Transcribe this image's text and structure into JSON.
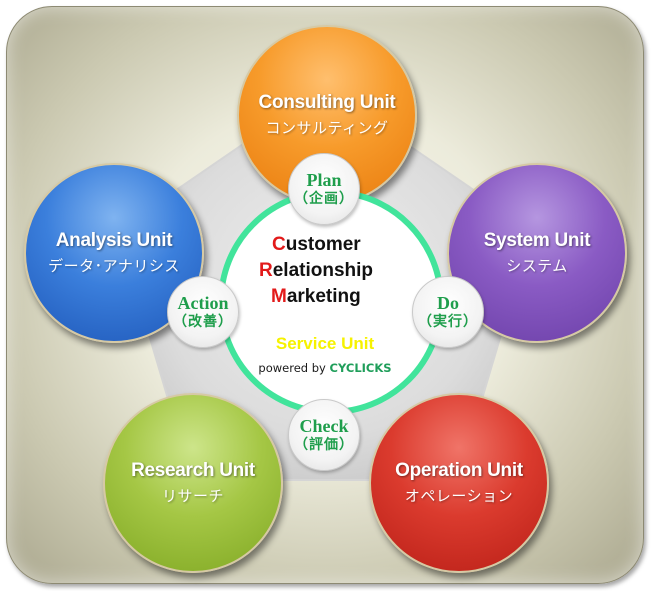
{
  "units": {
    "consulting": {
      "name": "Consulting Unit",
      "sub": "コンサルティング",
      "color": "#f79b2b"
    },
    "analysis": {
      "name": "Analysis Unit",
      "sub": "データ･アナリシス",
      "color": "#3b7fdc"
    },
    "system": {
      "name": "System Unit",
      "sub": "システム",
      "color": "#8a5bc4"
    },
    "research": {
      "name": "Research Unit",
      "sub": "リサーチ",
      "color": "#a5c745"
    },
    "operation": {
      "name": "Operation Unit",
      "sub": "オペレーション",
      "color": "#db3b2e"
    }
  },
  "phases": {
    "plan": {
      "en": "Plan",
      "jp": "（企画）"
    },
    "do": {
      "en": "Do",
      "jp": "（実行）"
    },
    "check": {
      "en": "Check",
      "jp": "（評価）"
    },
    "action": {
      "en": "Action",
      "jp": "（改善）"
    }
  },
  "center": {
    "crm": [
      {
        "initial": "C",
        "rest": "ustomer"
      },
      {
        "initial": "R",
        "rest": "elationship"
      },
      {
        "initial": "M",
        "rest": "arketing"
      }
    ],
    "service_unit": "Service Unit",
    "powered_by": "powered by",
    "brand": "CYCLICKS"
  },
  "colors": {
    "cycle_ring": "#41e49b",
    "phase_text": "#1f9e4c",
    "crm_initial": "#e21a1a",
    "service_unit": "#f6f200"
  }
}
